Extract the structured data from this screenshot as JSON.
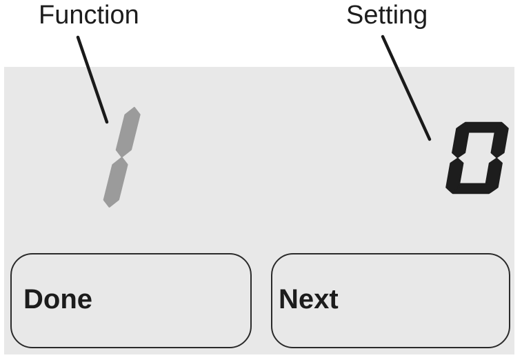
{
  "annotations": {
    "function_label": "Function",
    "setting_label": "Setting"
  },
  "display": {
    "function_value": "1",
    "function_color": "#9b9b9b",
    "setting_value": "0",
    "setting_color": "#1d1d1d"
  },
  "buttons": {
    "done_label": "Done",
    "next_label": "Next"
  },
  "colors": {
    "panel_bg": "#e8e8e8",
    "callout_line": "#1a1a1a",
    "button_border": "#2a2a2a",
    "label_text": "#1c1c1c"
  }
}
